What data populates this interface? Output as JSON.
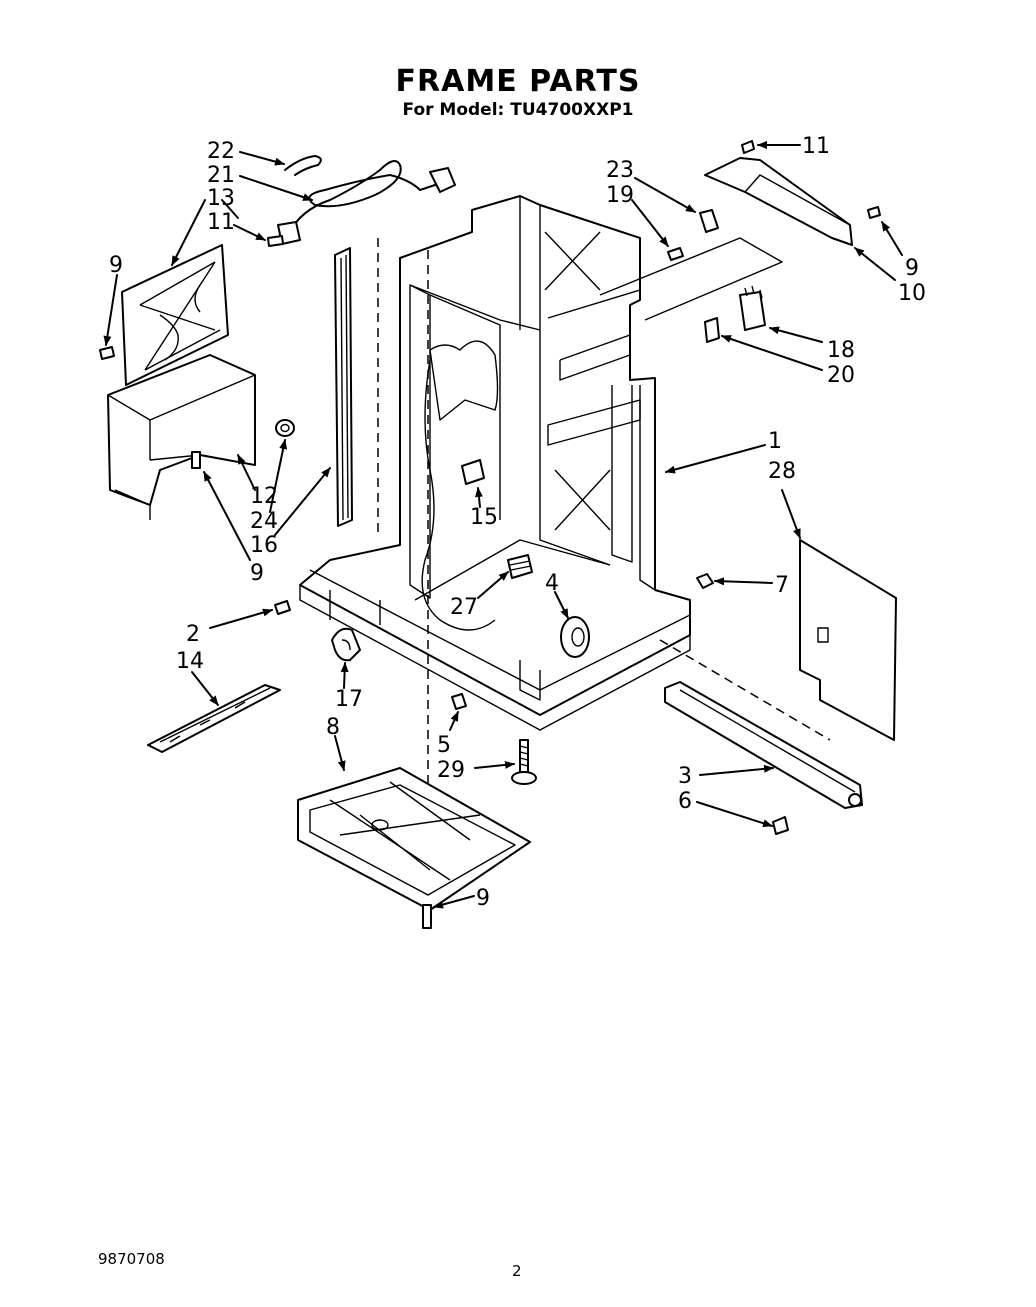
{
  "header": {
    "title": "FRAME PARTS",
    "subtitle": "For Model: TU4700XXP1"
  },
  "footer": {
    "doc_number": "9870708",
    "page_number": "2"
  },
  "callouts": [
    {
      "id": "c22",
      "label": "22"
    },
    {
      "id": "c21",
      "label": "21"
    },
    {
      "id": "c13",
      "label": "13"
    },
    {
      "id": "c11a",
      "label": "11"
    },
    {
      "id": "c9a",
      "label": "9"
    },
    {
      "id": "c12",
      "label": "12"
    },
    {
      "id": "c24",
      "label": "24"
    },
    {
      "id": "c16",
      "label": "16"
    },
    {
      "id": "c9b",
      "label": "9"
    },
    {
      "id": "c11b",
      "label": "11"
    },
    {
      "id": "c23",
      "label": "23"
    },
    {
      "id": "c19",
      "label": "19"
    },
    {
      "id": "c9c",
      "label": "9"
    },
    {
      "id": "c10",
      "label": "10"
    },
    {
      "id": "c18",
      "label": "18"
    },
    {
      "id": "c20",
      "label": "20"
    },
    {
      "id": "c1",
      "label": "1"
    },
    {
      "id": "c28",
      "label": "28"
    },
    {
      "id": "c15",
      "label": "15"
    },
    {
      "id": "c7",
      "label": "7"
    },
    {
      "id": "c27",
      "label": "27"
    },
    {
      "id": "c4",
      "label": "4"
    },
    {
      "id": "c2",
      "label": "2"
    },
    {
      "id": "c14",
      "label": "14"
    },
    {
      "id": "c17",
      "label": "17"
    },
    {
      "id": "c8",
      "label": "8"
    },
    {
      "id": "c5",
      "label": "5"
    },
    {
      "id": "c29",
      "label": "29"
    },
    {
      "id": "c3",
      "label": "3"
    },
    {
      "id": "c6",
      "label": "6"
    },
    {
      "id": "c9d",
      "label": "9"
    }
  ]
}
